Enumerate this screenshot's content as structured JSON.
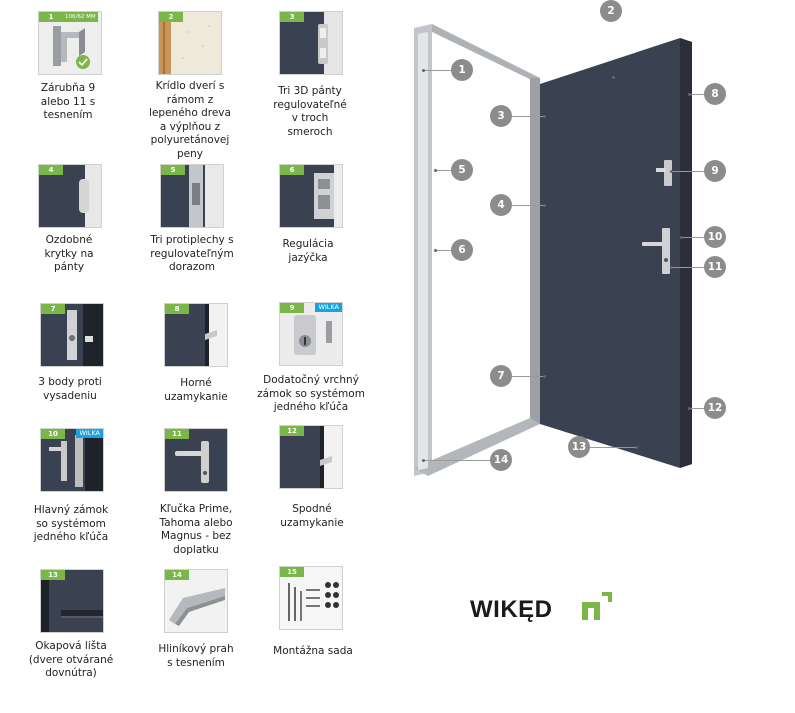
{
  "items": [
    {
      "num": "1",
      "caption": "Zárubňa 9\nalebo 11 s\ntesnením",
      "extra": "106/62 MM"
    },
    {
      "num": "2",
      "caption": "Krídlo dverí s\nrámom z\nlepeného dreva\na výplňou z\npolyuretánovej\npeny"
    },
    {
      "num": "3",
      "caption": "Tri 3D pánty\nregulovateľné\nv troch\nsmeroch"
    },
    {
      "num": "4",
      "caption": "Ozdobné\nkrytky na\npánty"
    },
    {
      "num": "5",
      "caption": "Tri protiplechy s\nregulovateľným\ndorazom"
    },
    {
      "num": "6",
      "caption": "Regulácia\njazýčka"
    },
    {
      "num": "7",
      "caption": "3 body proti\nvysadeniu"
    },
    {
      "num": "8",
      "caption": "Horné\nuzamykanie"
    },
    {
      "num": "9",
      "caption": "Dodatočný vrchný\nzámok so systémom\njedného kľúča",
      "extra": "WILKA"
    },
    {
      "num": "10",
      "caption": "Hlavný zámok\nso systémom\njedného kľúča",
      "extra": "WILKA"
    },
    {
      "num": "11",
      "caption": "Kľučka Prime,\nTahoma alebo\nMagnus - bez\ndoplatku"
    },
    {
      "num": "12",
      "caption": "Spodné\nuzamykanie"
    },
    {
      "num": "13",
      "caption": "Okapová lišta\n(dvere otvárané\ndovnútra)"
    },
    {
      "num": "14",
      "caption": "Hliníkový  prah\ns tesnením"
    },
    {
      "num": "15",
      "caption": "Montážna sada"
    }
  ],
  "callouts": [
    "1",
    "2",
    "3",
    "4",
    "5",
    "6",
    "7",
    "8",
    "9",
    "10",
    "11",
    "12",
    "13",
    "14"
  ],
  "logo": {
    "text": "WIKĘD"
  },
  "colors": {
    "green": "#7ab648",
    "blue": "#1aa3e0",
    "door": "#3a4150",
    "frame": "#b9bcc0",
    "callout": "#8c8c8c"
  }
}
